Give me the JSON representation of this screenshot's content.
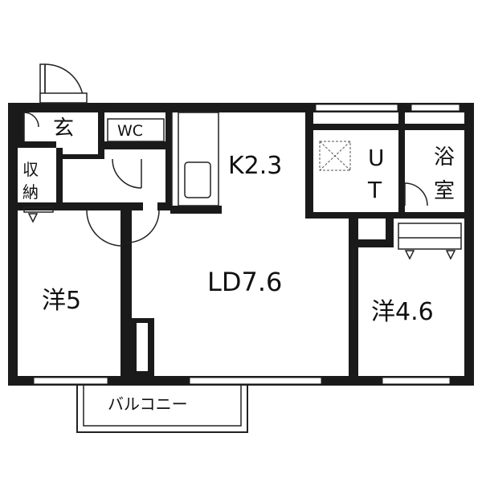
{
  "rooms": {
    "entrance": "玄",
    "wc": "WC",
    "storage_top": "収",
    "storage_bottom": "納",
    "kitchen": "K2.3",
    "living_dining": "LD7.6",
    "utility_u": "U",
    "utility_t": "T",
    "bath_top": "浴",
    "bath_bottom": "室",
    "western_left": "洋5",
    "western_right": "洋4.6",
    "balcony": "バルコニー"
  }
}
